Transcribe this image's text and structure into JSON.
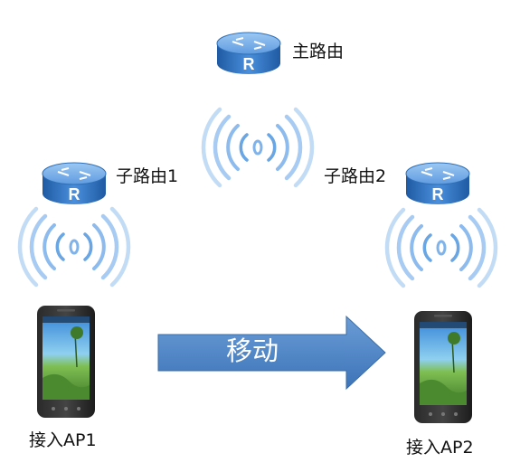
{
  "nodes": {
    "main_router": {
      "label": "主路由",
      "icon": "router-icon"
    },
    "sub_router_1": {
      "label": "子路由1",
      "icon": "router-icon"
    },
    "sub_router_2": {
      "label": "子路由2",
      "icon": "router-icon"
    },
    "ap1": {
      "label": "接入AP1",
      "icon": "smartphone-icon"
    },
    "ap2": {
      "label": "接入AP2",
      "icon": "smartphone-icon"
    }
  },
  "move_arrow": {
    "label": "移动"
  },
  "colors": {
    "router_blue": "#2f6fb6",
    "wifi_blue": "#4a8ed6",
    "arrow_blue": "#4f86c6"
  }
}
